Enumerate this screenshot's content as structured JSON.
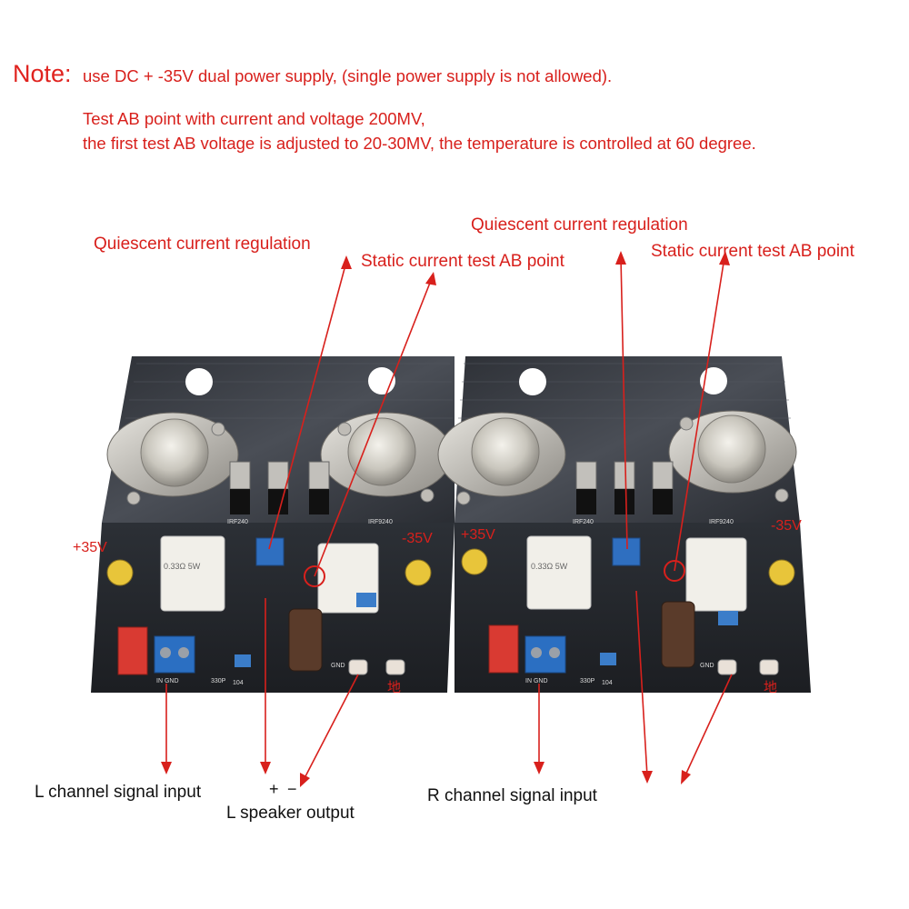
{
  "note": {
    "title": "Note:",
    "line1": "use DC + -35V dual power supply, (single power supply is not allowed).",
    "line2": "Test AB point with current and voltage 200MV,",
    "line3": "the first test AB voltage is adjusted to 20-30MV, the temperature is controlled at 60 degree."
  },
  "labels": {
    "left_quiescent": "Quiescent current regulation",
    "left_static": "Static current test AB point",
    "right_quiescent": "Quiescent current regulation",
    "right_static": "Static current test AB point",
    "left_plus35": "+35V",
    "left_minus35": "-35V",
    "right_plus35": "+35V",
    "right_minus35": "-35V",
    "l_signal": "L channel signal input",
    "l_speaker": "L speaker output",
    "r_signal": "R channel signal input",
    "plus_sign": "+",
    "minus_sign": "−"
  },
  "board_silkscreen": {
    "left_transistor": "IRF240",
    "right_transistor": "IRF9240",
    "cap": "330P",
    "cap2": "104",
    "resistor": "0.33Ω 5W",
    "pins": "IN GND",
    "ground": "地",
    "gnd": "GND"
  },
  "colors": {
    "accent_red": "#d8201c",
    "heatsink": "#3c3f46",
    "pcb": "#22252b"
  }
}
